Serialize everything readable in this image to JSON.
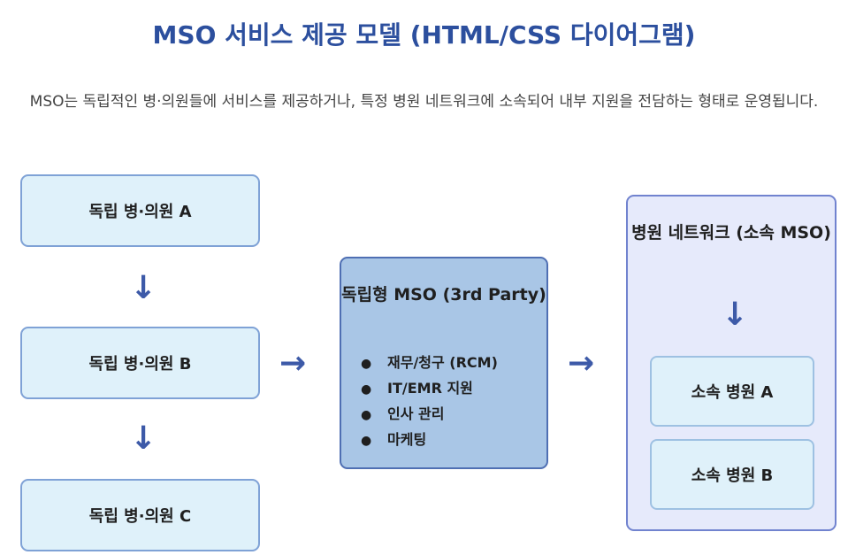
{
  "title": "MSO 서비스 제공 모델 (HTML/CSS 다이어그램)",
  "description": "MSO는 독립적인 병·의원들에 서비스를 제공하거나, 특정 병원 네트워크에 소속되어 내부 지원을 전담하는 형태로 운영됩니다.",
  "independent": {
    "clinics": [
      "독립 병·의원 A",
      "독립 병·의원 B",
      "독립 병·의원 C"
    ]
  },
  "mso": {
    "title": "독립형 MSO (3rd Party)",
    "services": [
      "재무/청구 (RCM)",
      "IT/EMR 지원",
      "인사 관리",
      "마케팅"
    ]
  },
  "network": {
    "title": "병원 네트워크 (소속 MSO)",
    "hospitals": [
      "소속 병원 A",
      "소속 병원 B"
    ]
  },
  "icons": {
    "arrow_down": "↓",
    "arrow_right": "→",
    "bullet": "●"
  },
  "colors": {
    "title": "#2c4f9e",
    "arrow": "#3d5aa8",
    "clinic_fill": "#dff1fa",
    "mso_fill": "#a9c6e6",
    "network_fill": "#e6eafb"
  }
}
